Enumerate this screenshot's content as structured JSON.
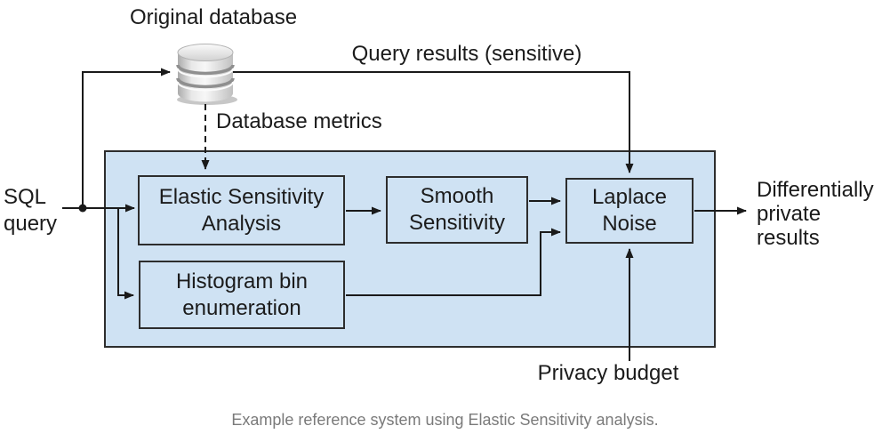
{
  "diagram": {
    "labels": {
      "original_database": "Original database",
      "query_results": "Query results (sensitive)",
      "database_metrics": "Database metrics",
      "sql_query": "SQL\nquery",
      "differentially_private_results": "Differentially\nprivate\nresults",
      "privacy_budget": "Privacy budget"
    },
    "nodes": {
      "elastic": "Elastic Sensitivity\nAnalysis",
      "smooth": "Smooth\nSensitivity",
      "laplace": "Laplace\nNoise",
      "histogram": "Histogram bin\nenumeration"
    },
    "icons": {
      "database_icon": "database-cylinder"
    },
    "colors": {
      "boundary_fill": "#cfe2f3",
      "node_fill": "#cfe2f3",
      "border": "#2d2d2d",
      "line": "#1a1a1a",
      "text": "#1b1b1b",
      "caption_text": "#7a7a7a",
      "database_gray": "#d9d9d9"
    }
  },
  "caption": "Example reference system using Elastic Sensitivity analysis."
}
